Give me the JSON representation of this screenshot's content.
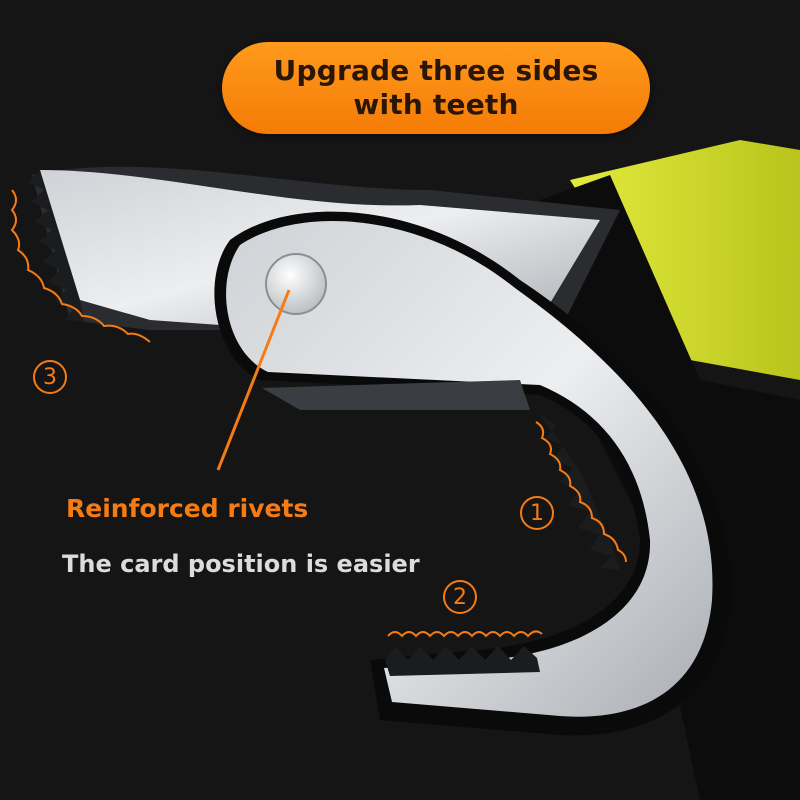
{
  "banner": {
    "line1": "Upgrade three sides",
    "line2": "with teeth"
  },
  "callout": {
    "title": "Reinforced rivets",
    "subtitle": "The card position is easier"
  },
  "markers": [
    "1",
    "2",
    "3"
  ],
  "colors": {
    "accent": "#f57c14",
    "banner": "#ff9a1c",
    "handle": "#d6e02a",
    "background": "#151515"
  }
}
